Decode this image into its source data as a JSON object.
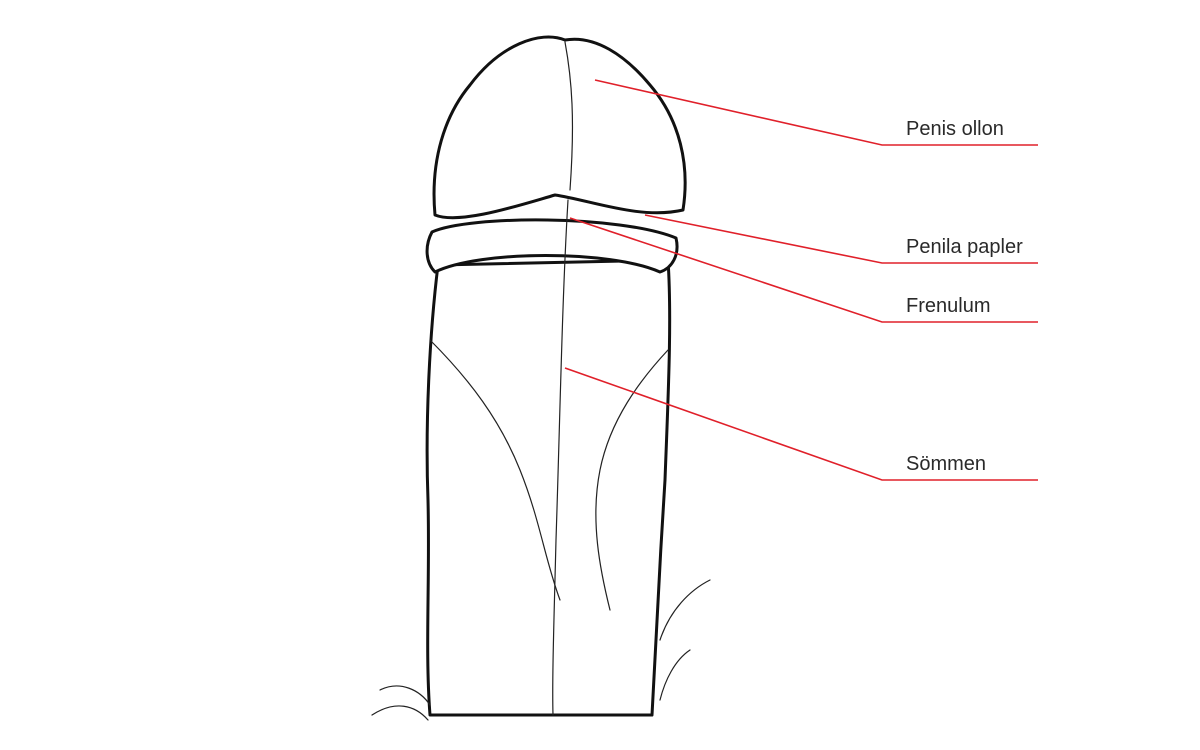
{
  "labels": [
    {
      "id": "glans",
      "text": "Penis ollon"
    },
    {
      "id": "papules",
      "text": "Penila papler"
    },
    {
      "id": "frenulum",
      "text": "Frenulum"
    },
    {
      "id": "raphe",
      "text": "Sömmen"
    }
  ],
  "colors": {
    "leader": "#e0202a",
    "ink": "#111111"
  }
}
